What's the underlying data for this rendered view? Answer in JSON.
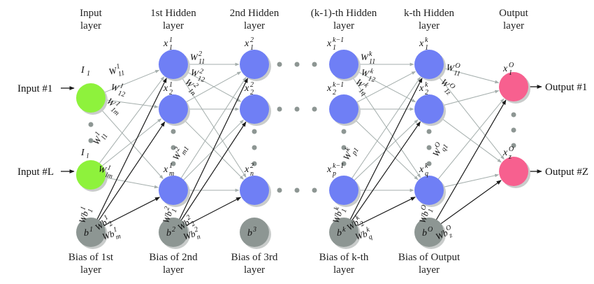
{
  "colors": {
    "input_node": "#8ef23c",
    "hidden_node": "#6f7ff5",
    "output_node": "#f7608f",
    "bias_node": "#8d9693",
    "node_shadow": "#c9cccb",
    "weight_edge": "#a4aeac",
    "bias_edge": "#1a1a1a",
    "ellipsis_dot": "#8d9693"
  },
  "layers": [
    {
      "id": "input",
      "title": [
        "Input",
        "layer"
      ]
    },
    {
      "id": "h1",
      "title": [
        "1st Hidden",
        "layer"
      ]
    },
    {
      "id": "h2",
      "title": [
        "2nd Hidden",
        "layer"
      ]
    },
    {
      "id": "hk1",
      "title": [
        "(k-1)-th Hidden",
        "layer"
      ]
    },
    {
      "id": "hk",
      "title": [
        "k-th Hidden",
        "layer"
      ]
    },
    {
      "id": "output",
      "title": [
        "Output",
        "layer"
      ]
    }
  ],
  "bias_labels": [
    {
      "id": "b1",
      "text": [
        "Bias of 1st",
        "layer"
      ],
      "node": {
        "base": "b",
        "sup": "1"
      }
    },
    {
      "id": "b2",
      "text": [
        "Bias of 2nd",
        "layer"
      ],
      "node": {
        "base": "b",
        "sup": "2"
      }
    },
    {
      "id": "b3",
      "text": [
        "Bias of 3rd",
        "layer"
      ],
      "node": {
        "base": "b",
        "sup": "3"
      }
    },
    {
      "id": "bk",
      "text": [
        "Bias of k-th",
        "layer"
      ],
      "node": {
        "base": "b",
        "sup": "k"
      }
    },
    {
      "id": "bO",
      "text": [
        "Bias of Output",
        "layer"
      ],
      "node": {
        "base": "b",
        "sup": "O"
      }
    }
  ],
  "inputs": [
    {
      "label": "Input #1",
      "node": {
        "base": "I",
        "sub": "1"
      }
    },
    {
      "label": "Input #L",
      "node": {
        "base": "I",
        "sub": "l"
      }
    }
  ],
  "outputs": [
    {
      "label": "Output #1",
      "node": {
        "base": "x",
        "sup": "O",
        "sub": "1"
      }
    },
    {
      "label": "Output #Z",
      "node": {
        "base": "x",
        "sup": "O",
        "sub": "z"
      }
    }
  ],
  "hidden_nodes": {
    "h1": [
      {
        "base": "x",
        "sup": "1",
        "sub": "1"
      },
      {
        "base": "x",
        "sup": "1",
        "sub": "2"
      },
      {
        "base": "x",
        "sup": "1",
        "sub": "m"
      }
    ],
    "h2": [
      {
        "base": "x",
        "sup": "2",
        "sub": "1"
      },
      {
        "base": "x",
        "sup": "2",
        "sub": "2"
      },
      {
        "base": "x",
        "sup": "2",
        "sub": "n"
      }
    ],
    "hk1": [
      {
        "base": "x",
        "sup": "k−1",
        "sub": "1"
      },
      {
        "base": "x",
        "sup": "k−1",
        "sub": "2"
      },
      {
        "base": "x",
        "sup": "k−1",
        "sub": "p"
      }
    ],
    "hk": [
      {
        "base": "x",
        "sup": "k",
        "sub": "1"
      },
      {
        "base": "x",
        "sup": "k",
        "sub": "2"
      },
      {
        "base": "x",
        "sup": "k",
        "sub": "q"
      }
    ]
  },
  "weight_labels": [
    {
      "base": "W",
      "sup": "1",
      "sub": "11"
    },
    {
      "base": "W",
      "sup": "1",
      "sub": "12"
    },
    {
      "base": "W",
      "sup": "1",
      "sub": "1m"
    },
    {
      "base": "W",
      "sup": "1",
      "sub": "l1"
    },
    {
      "base": "W",
      "sup": "1",
      "sub": "lm"
    },
    {
      "base": "W",
      "sup": "2",
      "sub": "11"
    },
    {
      "base": "W",
      "sup": "2",
      "sub": "12"
    },
    {
      "base": "W",
      "sup": "2",
      "sub": "1n"
    },
    {
      "base": "W",
      "sup": "2",
      "sub": "m1"
    },
    {
      "base": "W",
      "sup": "k",
      "sub": "11"
    },
    {
      "base": "W",
      "sup": "k",
      "sub": "12"
    },
    {
      "base": "W",
      "sup": "k",
      "sub": "1q"
    },
    {
      "base": "W",
      "sup": "k",
      "sub": "p1"
    },
    {
      "base": "W",
      "sup": "O",
      "sub": "11"
    },
    {
      "base": "W",
      "sup": "O",
      "sub": "1z"
    },
    {
      "base": "W",
      "sup": "O",
      "sub": "q1"
    }
  ],
  "bias_weight_labels": [
    {
      "base": "Wb",
      "sup": "1",
      "sub": "1"
    },
    {
      "base": "Wb",
      "sup": "1",
      "sub": "2"
    },
    {
      "base": "Wb",
      "sup": "1",
      "sub": "m"
    },
    {
      "base": "Wb",
      "sup": "2",
      "sub": "1"
    },
    {
      "base": "Wb",
      "sup": "2",
      "sub": "2"
    },
    {
      "base": "Wb",
      "sup": "2",
      "sub": "n"
    },
    {
      "base": "Wb",
      "sup": "k",
      "sub": "1"
    },
    {
      "base": "Wb",
      "sup": "k",
      "sub": "2"
    },
    {
      "base": "Wb",
      "sup": "k",
      "sub": "q"
    },
    {
      "base": "Wb",
      "sup": "O",
      "sub": "1"
    },
    {
      "base": "Wb",
      "sup": "O",
      "sub": "z"
    }
  ]
}
